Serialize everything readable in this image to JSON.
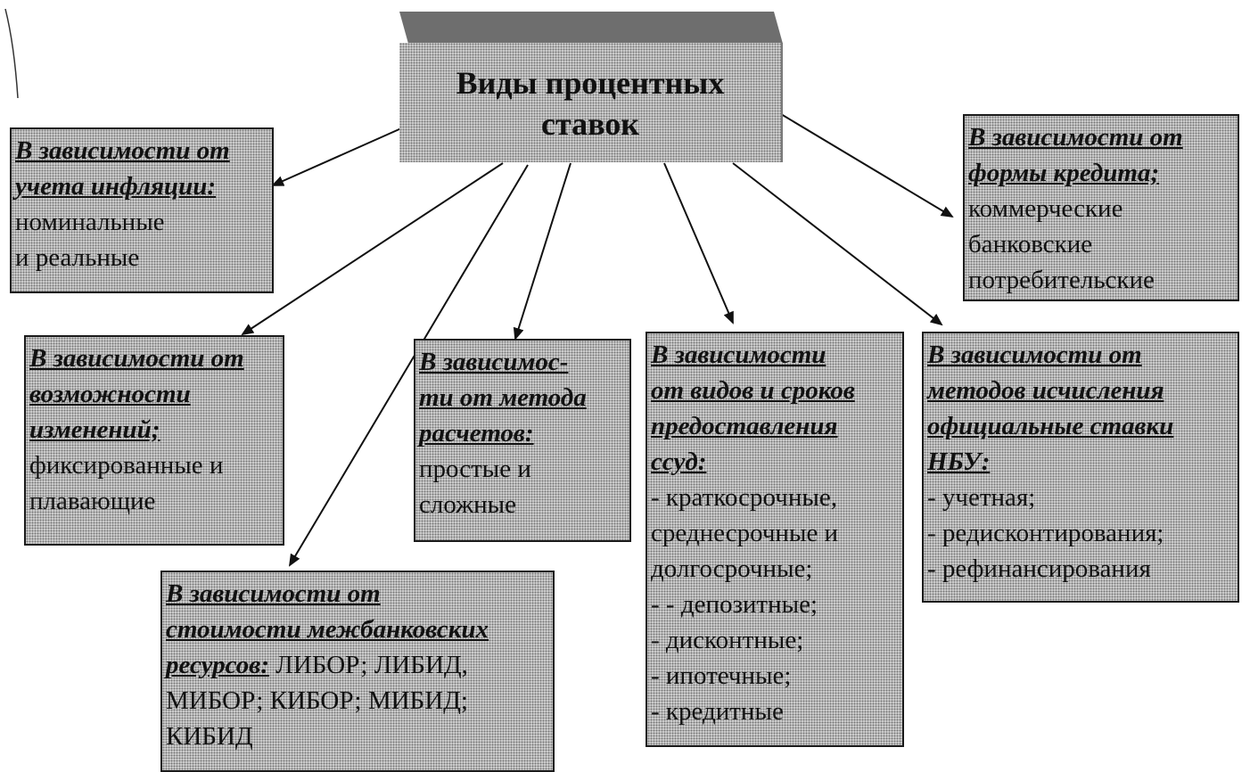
{
  "title": {
    "line1": "Виды процентных",
    "line2": "ставок"
  },
  "boxes": {
    "inflation": {
      "heading": [
        "В зависимости от",
        "учета инфляции:"
      ],
      "items": [
        "номинальные",
        "и реальные"
      ]
    },
    "credit_form": {
      "heading": [
        "В зависимости от",
        "формы кредита;"
      ],
      "items": [
        "коммерческие",
        "банковские",
        "потребительские"
      ]
    },
    "change": {
      "heading": [
        "В зависимости от",
        "возможности",
        "изменений;"
      ],
      "items": [
        "фиксированные и",
        "плавающие"
      ]
    },
    "calc_method": {
      "heading": [
        "В зависимос-",
        "ти от метода",
        "расчетов:"
      ],
      "items": [
        "простые и",
        "сложные"
      ]
    },
    "loan_type": {
      "heading": [
        "В зависимости",
        "от видов и сроков",
        "предоставления",
        "ссуд:"
      ],
      "items": [
        "- краткосрочные,",
        "среднесрочные и",
        "долгосрочные;",
        "- - депозитные;",
        "- дисконтные;",
        "- ипотечные;",
        "- кредитные"
      ]
    },
    "nbu": {
      "heading": [
        "В зависимости от",
        "методов исчисления",
        "официальные ставки",
        "НБУ:"
      ],
      "items": [
        "- учетная;",
        "- редисконтирования;",
        "  - рефинансирования"
      ]
    },
    "interbank": {
      "heading": [
        "В зависимости от",
        "стоимости межбанковских",
        "ресурсов:"
      ],
      "items_inline": " ЛИБОР; ЛИБИД,",
      "items": [
        "МИБОР; КИБОР; МИБИД;",
        "КИБИД"
      ]
    }
  }
}
